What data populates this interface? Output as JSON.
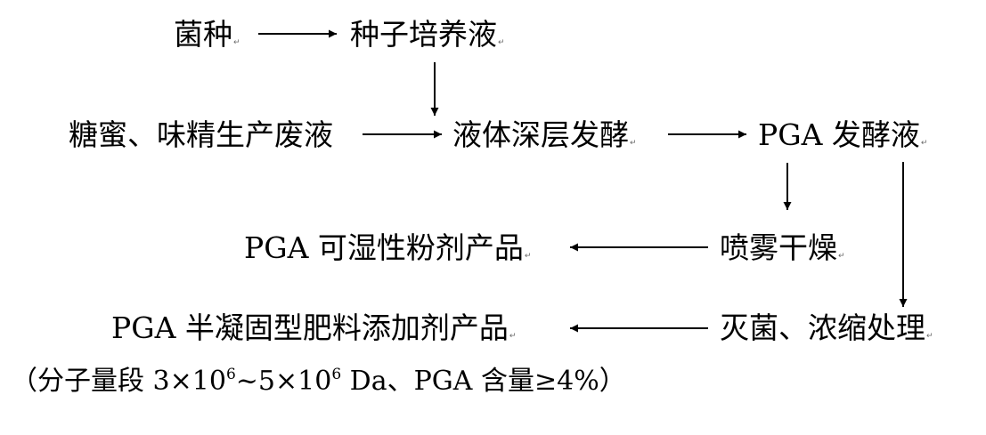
{
  "nodes": {
    "strain": "菌种",
    "seed_liquid": "种子培养液",
    "waste_liquid": "糖蜜、味精生产废液",
    "fermentation": "液体深层发酵",
    "pga_broth": "PGA 发酵液",
    "spray_dry": "喷雾干燥",
    "wettable_powder": "PGA 可湿性粉剂产品",
    "sterilize": "灭菌、浓缩处理",
    "semi_solid": "PGA 半凝固型肥料添加剂产品"
  },
  "paragraph_mark": "↵",
  "note": {
    "before_exp1": "（分子量段 3×10",
    "exp1": "6",
    "between": "~5×10",
    "exp2": "6",
    "after_exp2": " Da、PGA 含量≥4%）"
  }
}
